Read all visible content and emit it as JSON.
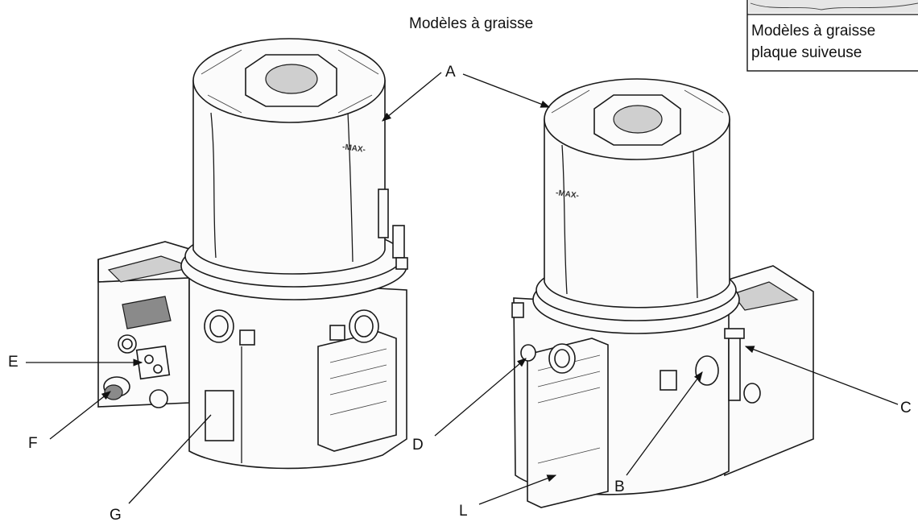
{
  "title": "Modèles à graisse",
  "inset_caption": {
    "line1": "Modèles à graisse",
    "line2": "plaque suiveuse"
  },
  "reservoir_mark": "MAX",
  "callouts": {
    "A": "A",
    "B": "B",
    "C": "C",
    "D": "D",
    "E": "E",
    "F": "F",
    "G": "G",
    "L": "L"
  }
}
